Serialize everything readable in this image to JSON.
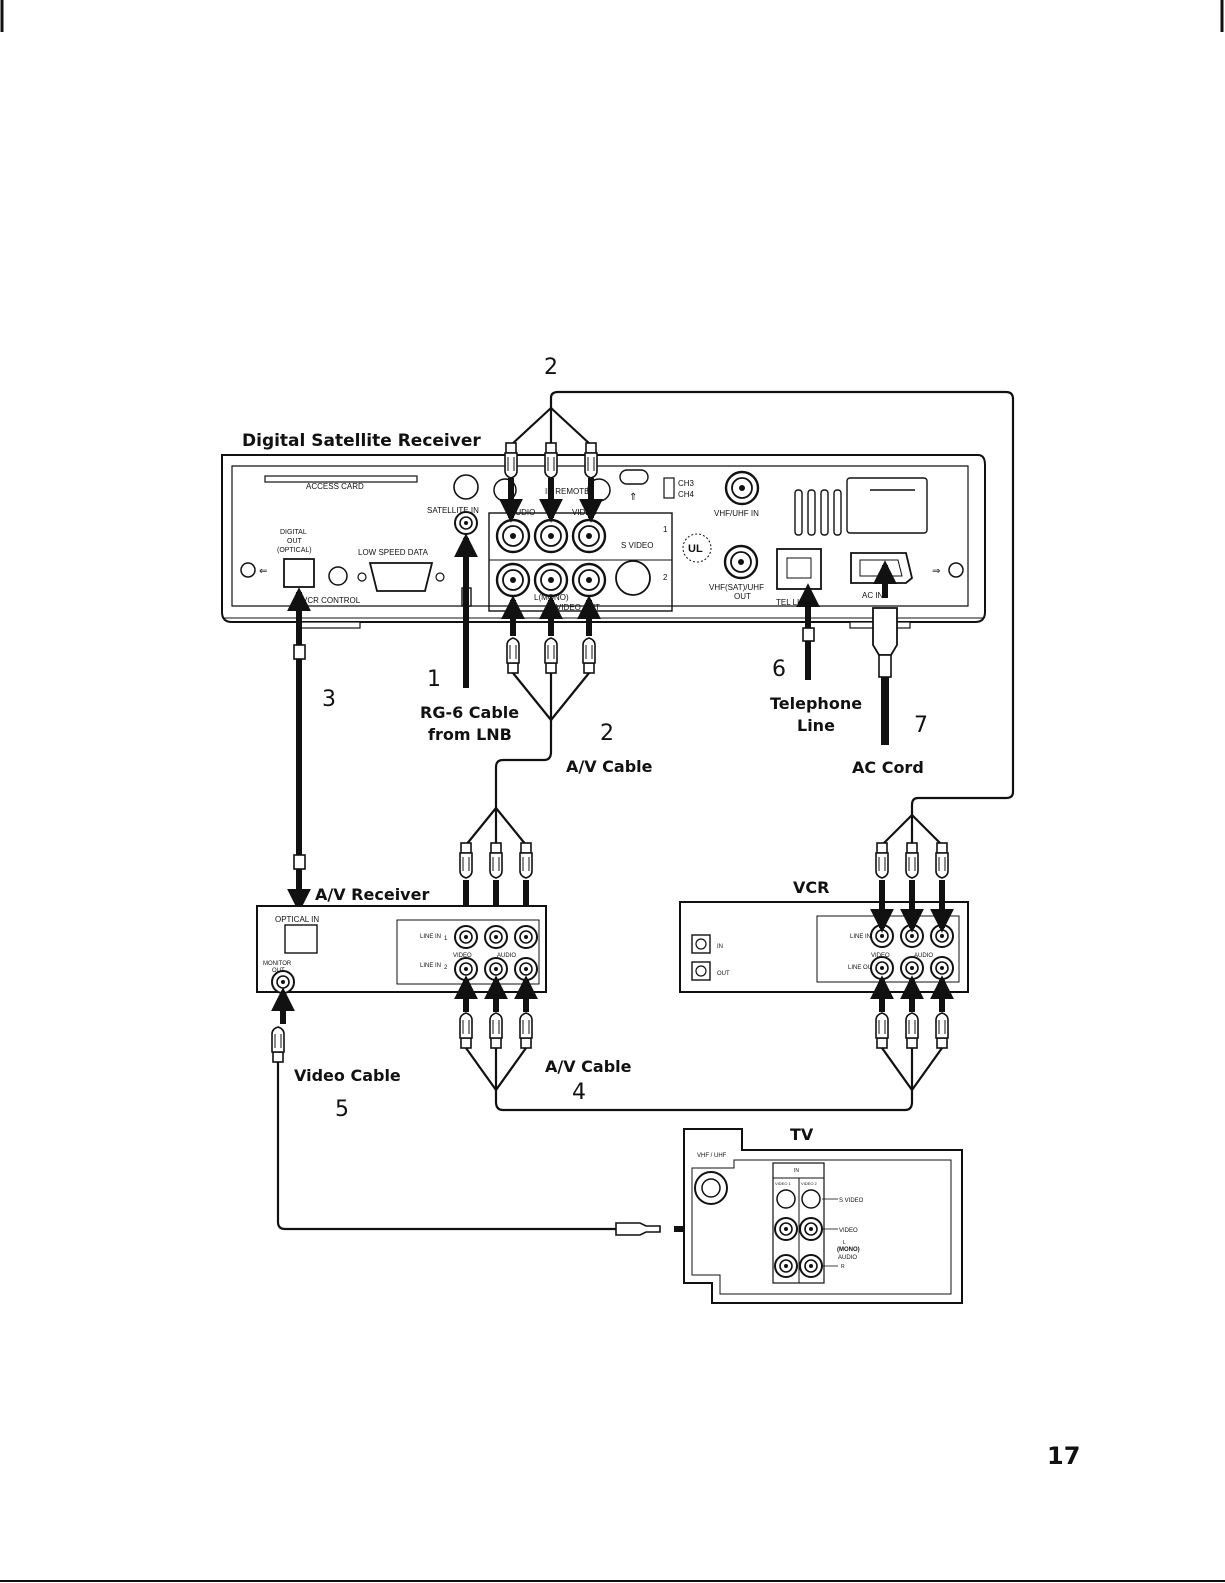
{
  "page_number": "17",
  "devices": {
    "receiver": {
      "title": "Digital Satellite Receiver",
      "panel": {
        "access_card": "ACCESS CARD",
        "satellite_in": "SATELLITE IN",
        "digital_out_1": "DIGITAL",
        "digital_out_2": "OUT",
        "digital_out_3": "(OPTICAL)",
        "low_speed_data": "LOW SPEED DATA",
        "vcr_control": "VCR CONTROL",
        "audio": "AUDIO",
        "video": "VIDEO",
        "ir_remote": "IR REMOTE",
        "s_video": "S VIDEO",
        "lmono": "L(MONO)",
        "video_out": "VIDEO OUT",
        "ch3": "CH3",
        "ch4": "CH4",
        "vhf_uhf_in": "VHF/UHF IN",
        "vhf_sat_uhf_out_1": "VHF(SAT)/UHF",
        "vhf_sat_uhf_out_2": "OUT",
        "tel_line": "TEL LINE",
        "ac_in": "AC IN~",
        "row1": "1",
        "row2": "2",
        "ul": "UL"
      }
    },
    "av_receiver": {
      "title": "A/V Receiver",
      "optical_in": "OPTICAL IN",
      "monitor_out_1": "MONITOR",
      "monitor_out_2": "OUT",
      "line_in_1": "LINE IN",
      "line_in_2": "LINE IN",
      "num1": "1",
      "num2": "2",
      "video": "VIDEO",
      "audio": "AUDIO"
    },
    "vcr": {
      "title": "VCR",
      "in": "IN",
      "out": "OUT",
      "line_in": "LINE IN",
      "line_out": "LINE OUT",
      "video": "VIDEO",
      "audio": "AUDIO"
    },
    "tv": {
      "title": "TV",
      "vhf_uhf": "VHF / UHF",
      "in": "IN",
      "video1": "VIDEO 1",
      "video2": "VIDEO 2",
      "s_video": "S VIDEO",
      "video": "VIDEO",
      "l": "L",
      "mono": "(MONO)",
      "audio": "AUDIO",
      "r": "R"
    }
  },
  "callouts": {
    "n1": "1",
    "rg6_line1": "RG-6 Cable",
    "rg6_line2": "from LNB",
    "n2_top": "2",
    "n2_mid": "2",
    "av_cable_2": "A/V Cable",
    "n3": "3",
    "n4": "4",
    "av_cable_4": "A/V Cable",
    "n5": "5",
    "video_cable": "Video Cable",
    "n6": "6",
    "telephone_line1": "Telephone",
    "telephone_line2": "Line",
    "n7": "7",
    "ac_cord": "AC Cord"
  }
}
